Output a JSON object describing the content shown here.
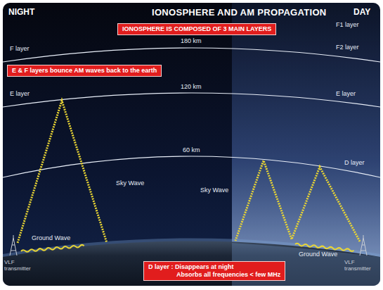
{
  "diagram": {
    "title": "IONOSPHERE AND AM PROPAGATION",
    "nodes": [
      {
        "text": [
          "IONOSPHERE IS COMPOSED OF 3 MAIN LAYERS"
        ]
      },
      {
        "text": [
          "E & F layers bounce AM waves back to the earth"
        ]
      },
      {
        "text": [
          "D layer : Disappears at night",
          "Absorbs all frequencies < few MHz"
        ]
      }
    ],
    "labels": [
      "NIGHT",
      "DAY",
      "F layer",
      "F1 layer",
      "F2 layer",
      "180 km",
      "120 km",
      "E layer",
      "E layer",
      "60 km",
      "D layer",
      "Sky Wave",
      "Sky Wave",
      "Ground Wave",
      "Ground Wave",
      "VLF transmitter",
      "VLF transmitter"
    ]
  }
}
